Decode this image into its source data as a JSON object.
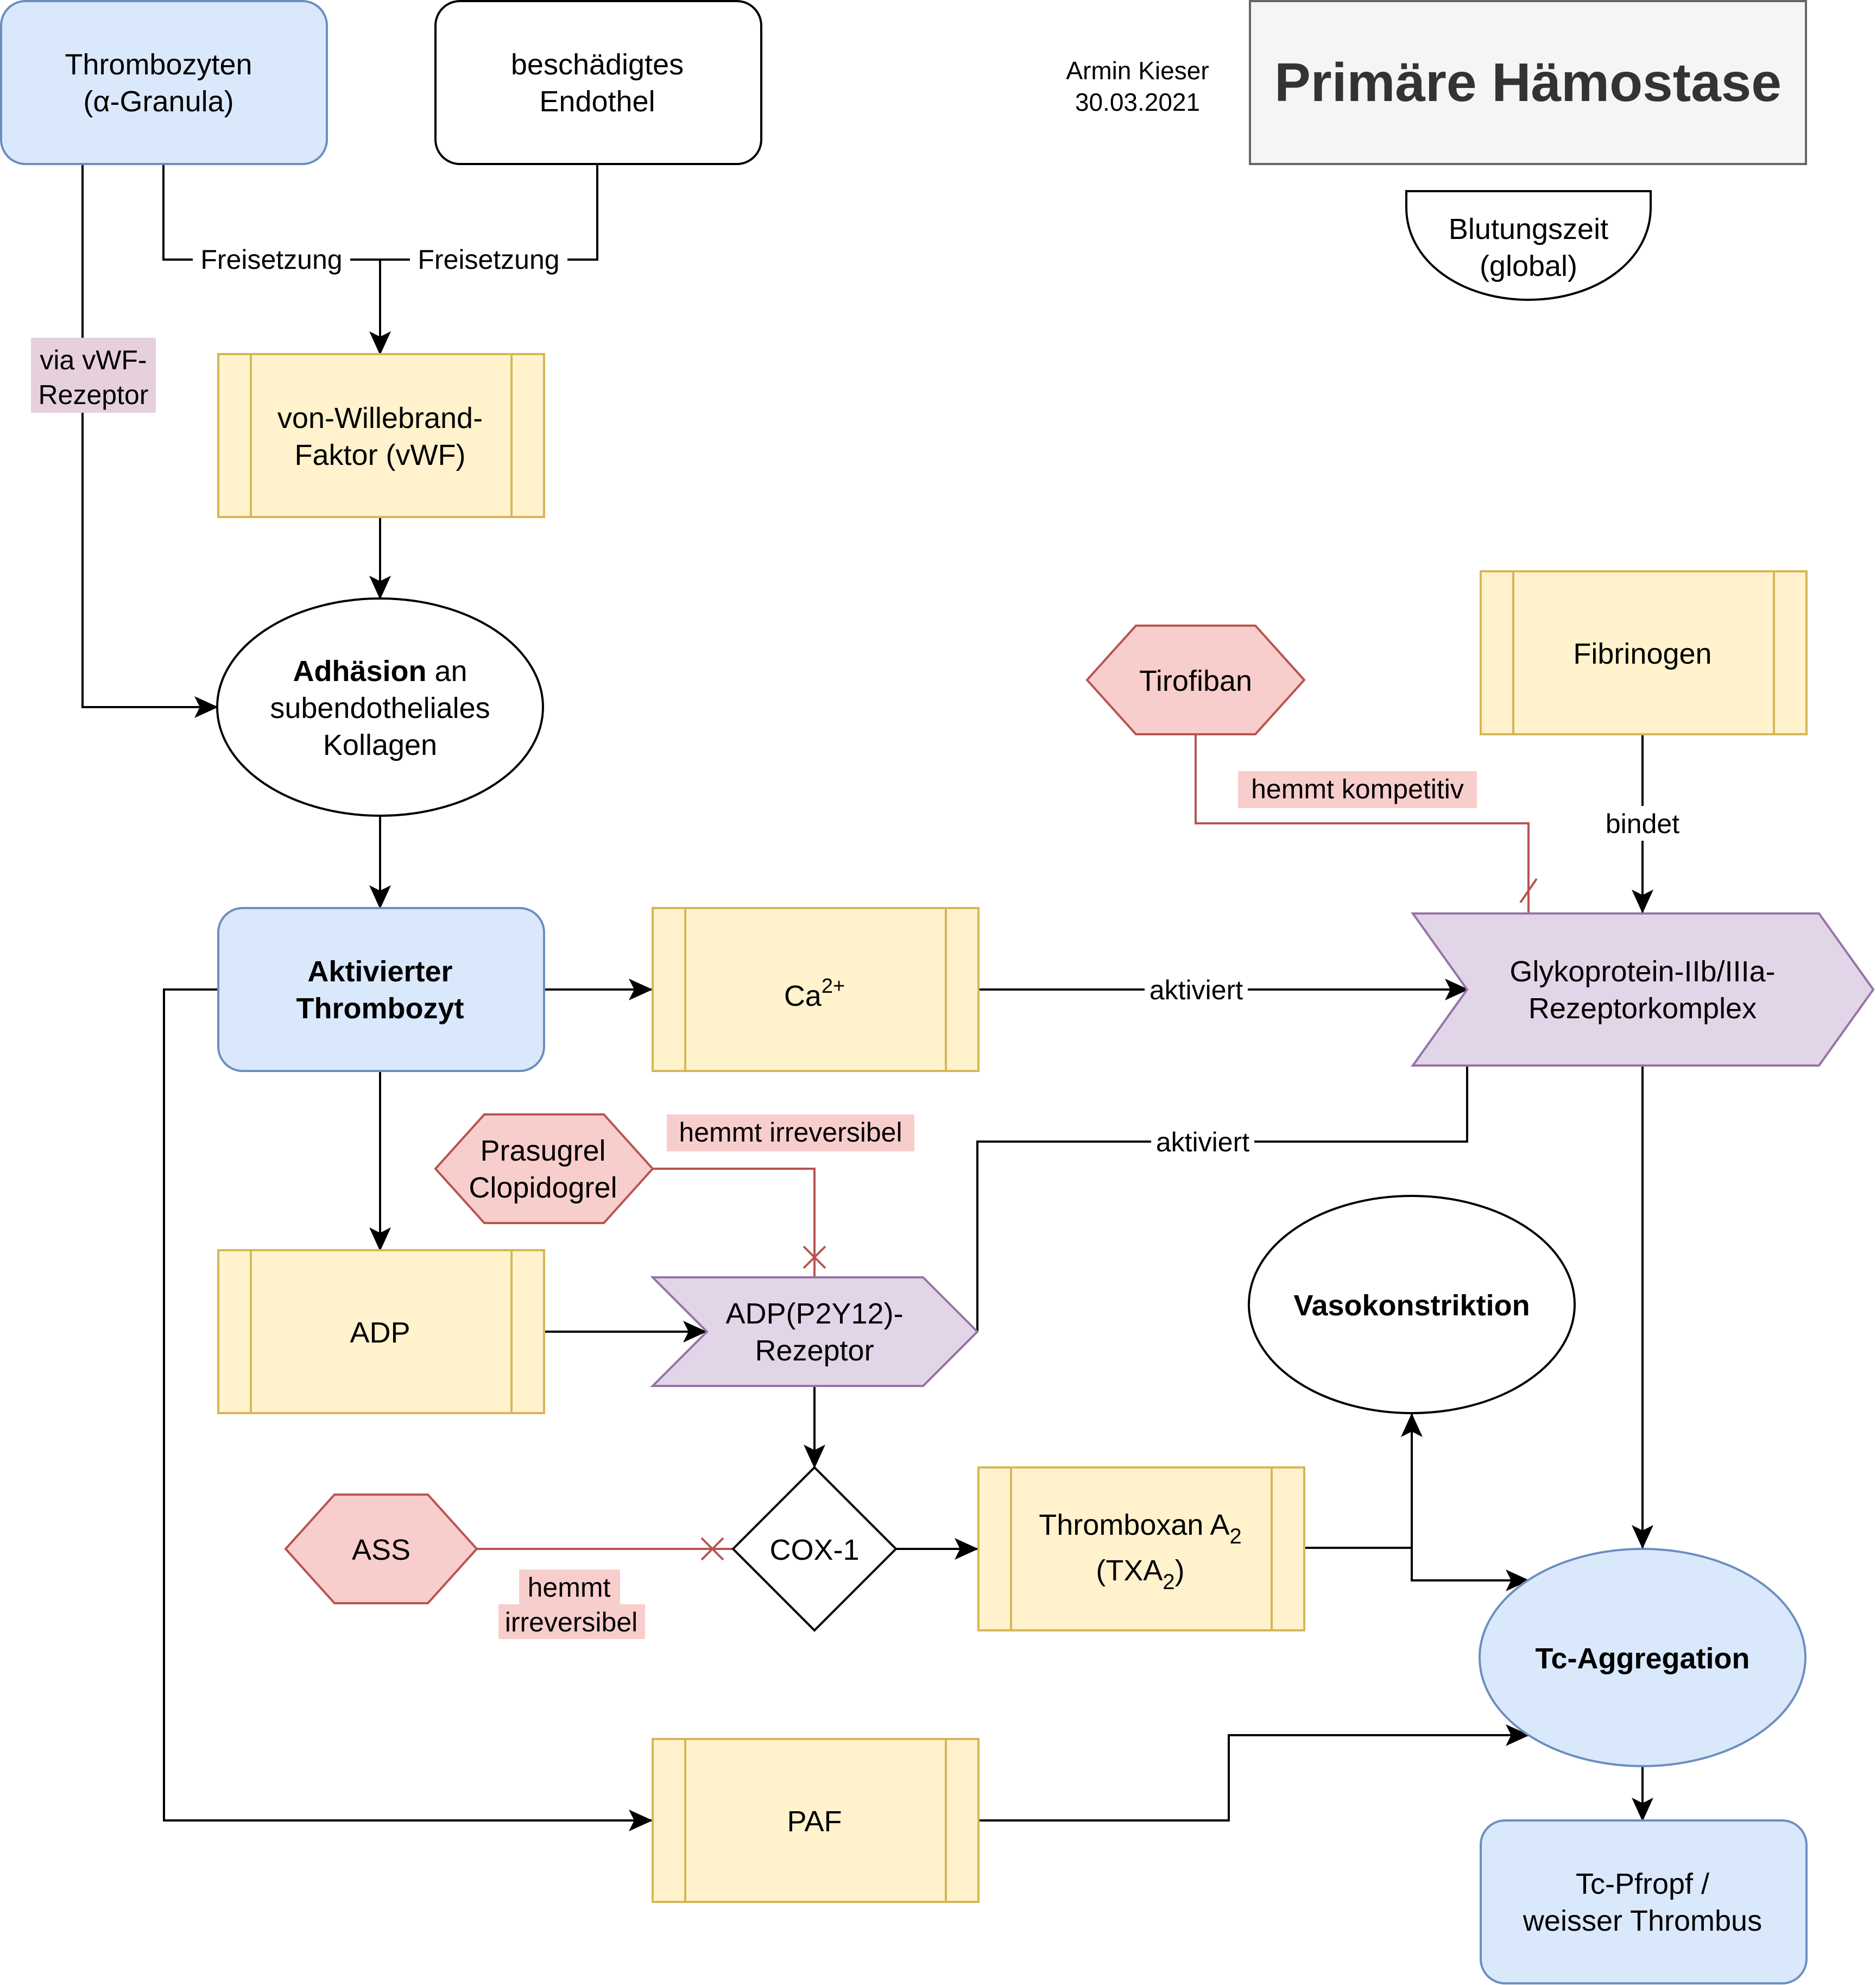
{
  "header": {
    "author": "Armin Kieser",
    "date": "30.03.2021",
    "title": "Primäre Hämostase",
    "bleeding_time": [
      "Blutungszeit",
      "(global)"
    ]
  },
  "nodes": {
    "thrombozyten": [
      "Thrombozyten",
      "(α-Granula)"
    ],
    "endothel": [
      "beschädigtes",
      "Endothel"
    ],
    "vwf": [
      "von-Willebrand-",
      "Faktor (vWF)"
    ],
    "adhaesion_bold": "Adhäsion",
    "adhaesion_rest": " an",
    "adhaesion_lines": [
      "subendotheliales",
      "Kollagen"
    ],
    "aktivierter": [
      "Aktivierter",
      "Thrombozyt"
    ],
    "ca_base": "Ca",
    "ca_sup": "2+",
    "glykoprotein": [
      "Glykoprotein-IIb/IIIa-",
      "Rezeptorkomplex"
    ],
    "tirofiban": "Tirofiban",
    "fibrinogen": "Fibrinogen",
    "prasugrel": [
      "Prasugrel",
      "Clopidogrel"
    ],
    "adp": "ADP",
    "adp_rezeptor": [
      "ADP(P2Y12)-",
      "Rezeptor"
    ],
    "vasokonstriktion": "Vasokonstriktion",
    "ass": "ASS",
    "cox1": "COX-1",
    "txa_line1": "Thromboxan A",
    "txa_sub": "2",
    "txa_line2_open": "(TXA",
    "txa_line2_close": ")",
    "tc_aggregation": "Tc-Aggregation",
    "paf": "PAF",
    "tc_pfropf": [
      "Tc-Pfropf /",
      "weisser Thrombus"
    ]
  },
  "edges": {
    "freisetzung_1": "Freisetzung",
    "freisetzung_2": "Freisetzung",
    "via_vwf": [
      "via vWF-",
      "Rezeptor"
    ],
    "aktiviert_1": "aktiviert",
    "aktiviert_2": "aktiviert",
    "hemmt_kompetitiv": "hemmt kompetitiv",
    "bindet": "bindet",
    "hemmt_irreversibel_1": "hemmt irreversibel",
    "hemmt_irreversibel_2": [
      "hemmt",
      "irreversibel"
    ]
  },
  "colors": {
    "blue_fill": "#dae8fc",
    "blue_stroke": "#6c8ebf",
    "yellow_fill": "#fff2cc",
    "yellow_stroke": "#d6b656",
    "purple_fill": "#e1d5e7",
    "purple_stroke": "#9673a6",
    "red_fill": "#f8cecc",
    "red_stroke": "#b85450",
    "title_fill": "#f5f5f5",
    "title_stroke": "#666666",
    "label_purple_bg": "#e6d0de",
    "label_red_bg": "#f8cecc"
  }
}
